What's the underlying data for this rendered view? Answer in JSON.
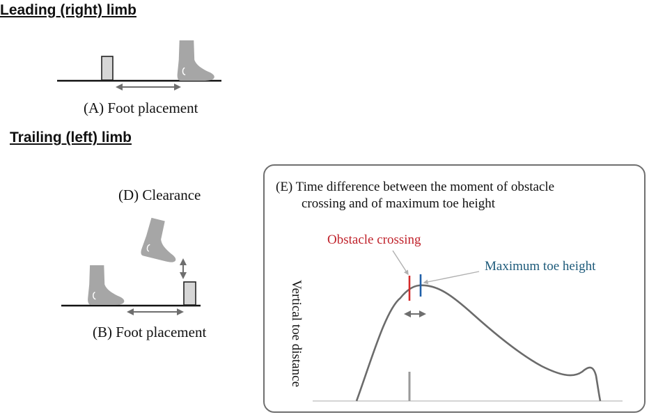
{
  "leading": {
    "title": "Leading (right)  limb",
    "placement_label": "(A) Foot placement"
  },
  "trailing": {
    "title": "Trailing (left)  limb",
    "clearance_label": "(D) Clearance",
    "placement_label": "(B) Foot placement"
  },
  "panel_e": {
    "caption_line1": "(E) Time difference between the moment of obstacle",
    "caption_line2": "crossing and of maximum toe height",
    "obstacle_label": "Obstacle crossing",
    "max_toe_label": "Maximum toe height",
    "ylabel": "Vertical toe distance"
  },
  "colors": {
    "obstacle_marker": "#d42a2a",
    "max_toe_marker": "#1f5fa8",
    "obstacle_text": "#c0222b",
    "max_toe_text": "#1d5a7a",
    "curve": "#6b6b6b",
    "foot": "#a6a6a6",
    "obstacle_fill": "#d6d6d6"
  }
}
